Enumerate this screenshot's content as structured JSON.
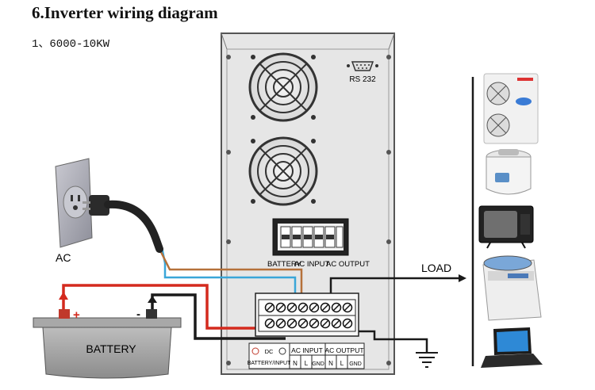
{
  "title": "6.Inverter wiring diagram",
  "subtitle": "1、6000-10KW",
  "labels": {
    "rs232": "RS 232",
    "ac": "AC",
    "battery": "BATTERY",
    "load": "LOAD",
    "plus": "+",
    "minus": "-",
    "breaker_battery": "BATTERY",
    "breaker_ac_input": "AC INPUT",
    "breaker_ac_output": "AC OUTPUT",
    "terminal_dc": "DC",
    "terminal_battery_input": "BATTERY/INPUT",
    "terminal_ac_input": "AC INPUT",
    "terminal_ac_output": "AC OUTPUT",
    "terminal_n1": "N",
    "terminal_l1": "L",
    "terminal_gnd1": "GND",
    "terminal_n2": "N",
    "terminal_l2": "L",
    "terminal_gnd2": "GND"
  },
  "colors": {
    "positive_wire": "#d42a1e",
    "ac_wire_brown": "#b5713a",
    "ac_wire_blue": "#3aa6d8",
    "negative_wire": "#1a1a1a",
    "panel": "#e3e3e3"
  },
  "load_devices": [
    "air-conditioner-icon",
    "rice-cooker-icon",
    "television-icon",
    "washing-machine-icon",
    "laptop-icon"
  ]
}
